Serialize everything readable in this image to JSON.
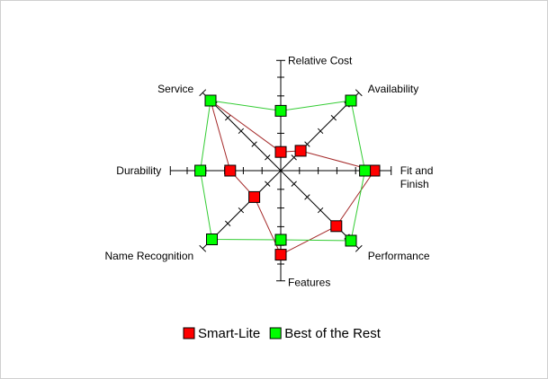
{
  "chart_data": {
    "type": "radar",
    "title": "",
    "axes": [
      "Relative Cost",
      "Availability",
      "Fit and Finish",
      "Performance",
      "Features",
      "Name Recognition",
      "Durability",
      "Service"
    ],
    "ticks_per_axis": 5,
    "range": [
      0,
      5
    ],
    "series": [
      {
        "name": "Smart-Lite",
        "color": "#ff0000",
        "line_color": "#a52a2a",
        "values": [
          1,
          1.5,
          5,
          4.2,
          4.5,
          2,
          2.7,
          5.3
        ]
      },
      {
        "name": "Best of the Rest",
        "color": "#00ff00",
        "line_color": "#33cc33",
        "values": [
          3.2,
          5.3,
          4.5,
          5.3,
          3.7,
          5.2,
          4.3,
          5.3
        ]
      }
    ],
    "legend": {
      "placement": "bottom",
      "items": [
        "Smart-Lite",
        "Best of the Rest"
      ]
    },
    "grid": false
  }
}
